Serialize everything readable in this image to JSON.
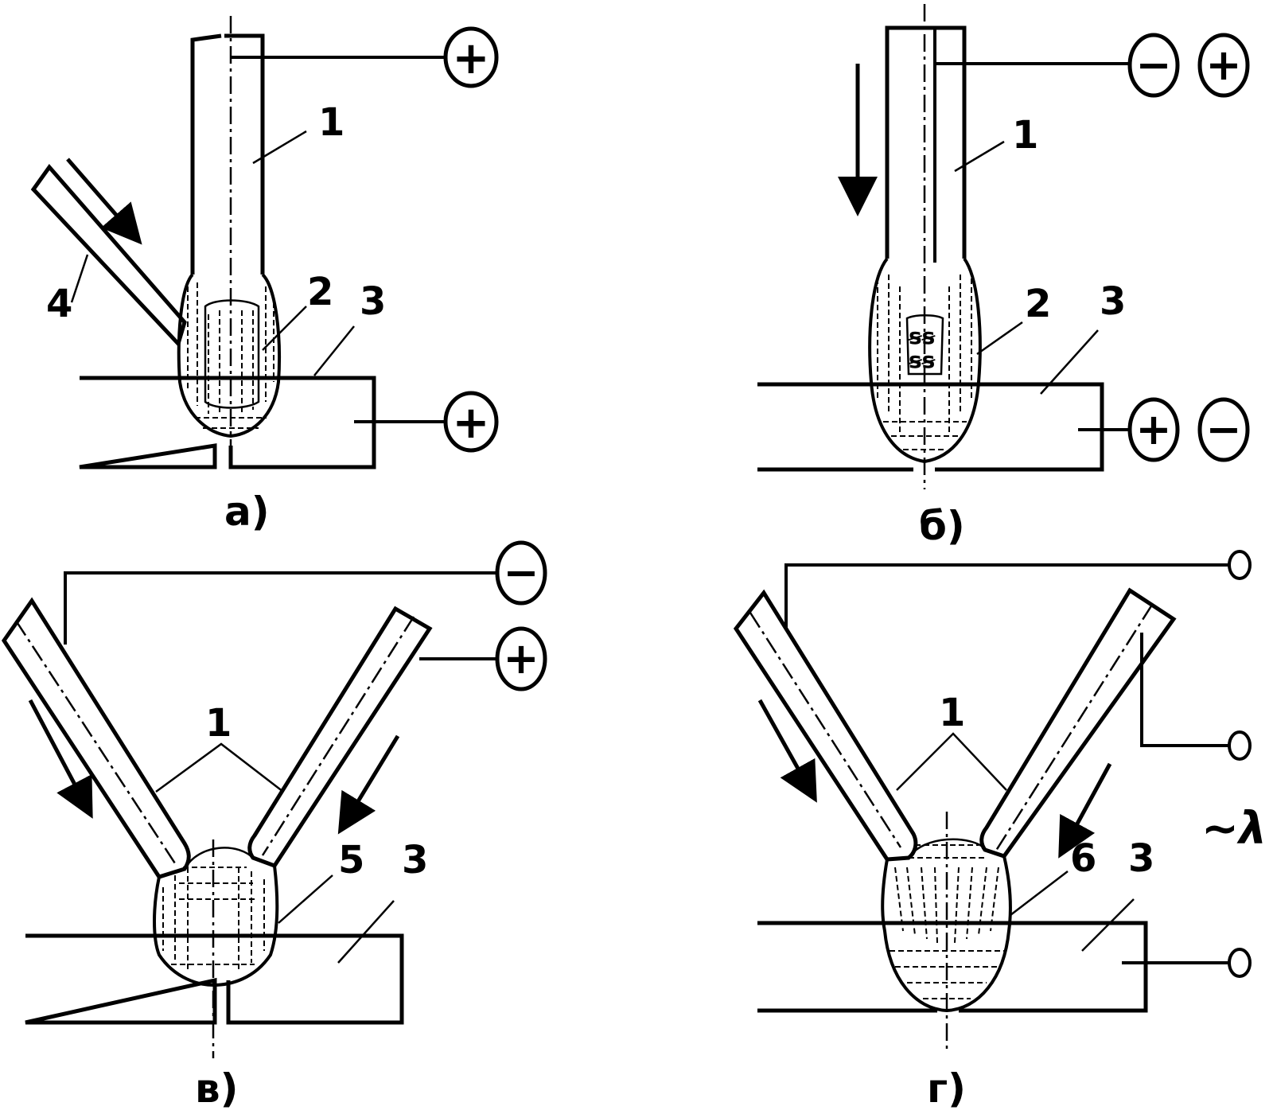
{
  "panels": [
    {
      "id": "a",
      "caption": "а)",
      "labels": {
        "electrode": "1",
        "arc": "2",
        "workpiece": "3",
        "filler": "4"
      },
      "terminals": {
        "electrode": "+",
        "workpiece": "+"
      }
    },
    {
      "id": "b",
      "caption": "б)",
      "labels": {
        "electrode": "1",
        "arc": "2",
        "workpiece": "3"
      },
      "terminals": {
        "electrode": [
          "−",
          "+"
        ],
        "workpiece": [
          "+",
          "−"
        ]
      }
    },
    {
      "id": "v",
      "caption": "в)",
      "labels": {
        "electrodes": "1",
        "arc": "5",
        "workpiece": "3"
      },
      "terminals": {
        "left_electrode": "−",
        "right_electrode": "+"
      }
    },
    {
      "id": "g",
      "caption": "г)",
      "labels": {
        "electrodes": "1",
        "arc": "6",
        "workpiece": "3"
      },
      "terminals": {
        "ac_symbol": "~λ"
      }
    }
  ],
  "colors": {
    "ink": "#000000",
    "paper": "#ffffff"
  }
}
